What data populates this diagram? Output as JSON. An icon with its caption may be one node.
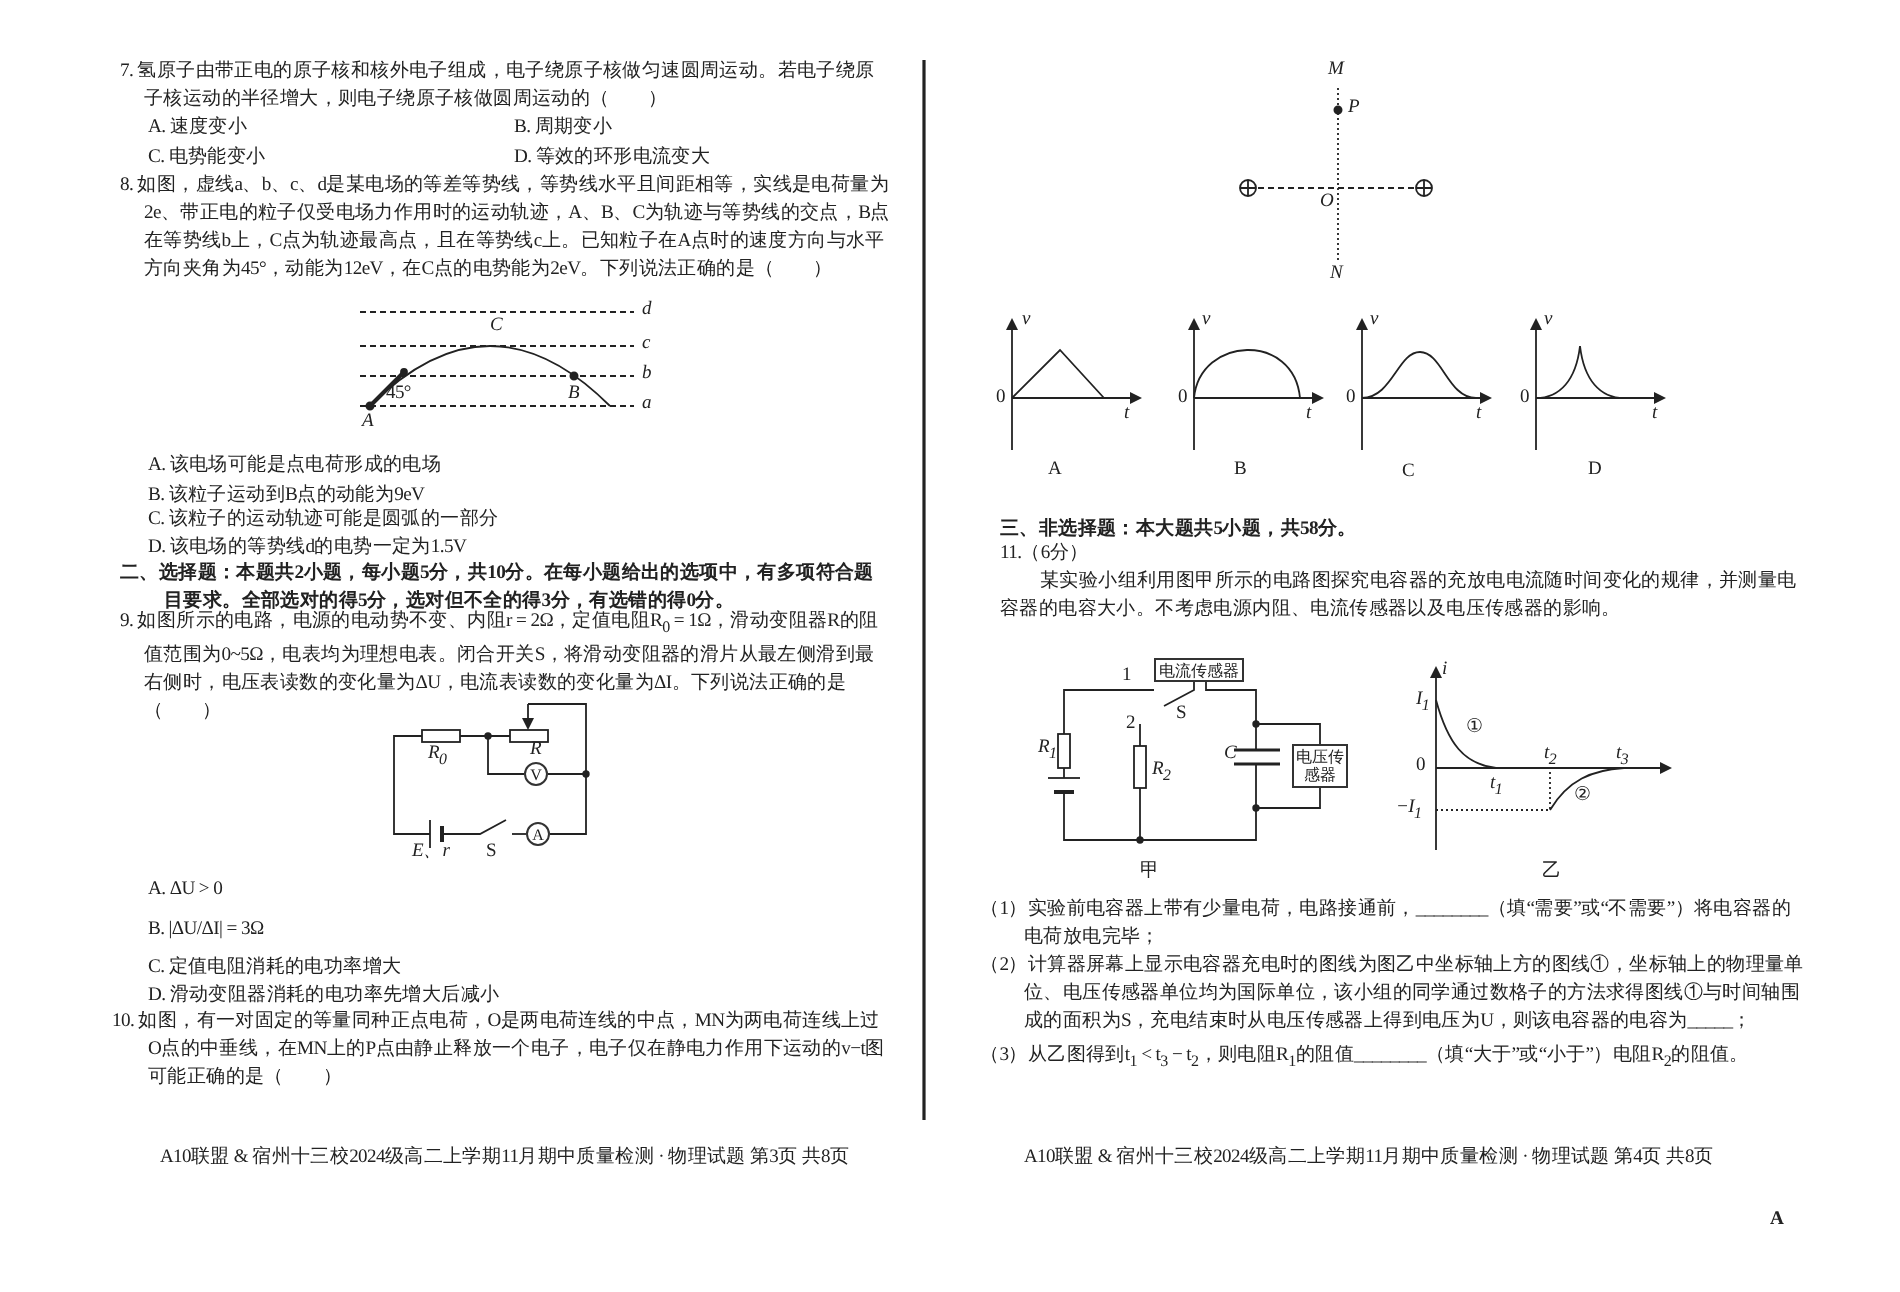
{
  "diagram": {
    "nodes": [
      {
        "text": [
          "电流传感器"
        ]
      },
      {
        "text": [
          "电压传感器"
        ]
      },
      {
        "text": [
          "V"
        ]
      },
      {
        "text": [
          "A"
        ]
      }
    ],
    "edges": [
      {
        "from": 2,
        "to": 3,
        "arrow": "none"
      },
      {
        "from": 0,
        "to": 1,
        "arrow": "none"
      }
    ],
    "labels": [
      "7. 氢原子由带正电的原子核和核外电子组成，电子绕原子核做匀速圆周运动。若电子绕原子核运动的半径增大，则电子绕原子核做圆周运动的（　　）",
      "A. 速度变小",
      "B. 周期变小",
      "C. 电势能变小",
      "D. 等效的环形电流变大",
      "8. 如图，虚线a、b、c、d是某电场的等差等势线，等势线水平且间距相等，实线是电荷量为2e、带正电的粒子仅受电场力作用时的运动轨迹，A、B、C为轨迹与等势线的交点，B点在等势线b上，C点为轨迹最高点，且在等势线c上。已知粒子在A点时的速度方向与水平方向夹角为45°，动能为12eV，在C点的电势能为2eV。下列说法正确的是（　　）",
      "d",
      "C",
      "c",
      "b",
      "45°",
      "B",
      "a",
      "A",
      "A. 该电场可能是点电荷形成的电场",
      "B. 该粒子运动到B点的动能为9eV",
      "C. 该粒子的运动轨迹可能是圆弧的一部分",
      "D. 该电场的等势线d的电势一定为1.5V",
      "二、选择题：本题共2小题，每小题5分，共10分。在每小题给出的选项中，有多项符合题目要求。全部选对的得5分，选对但不全的得3分，有选错的得0分。",
      "9. 如图所示的电路，电源的电动势不变、内阻r = 2Ω，定值电阻R$_{0}$ = 1Ω，滑动变阻器R的阻值范围为0~5Ω，电表均为理想电表。闭合开关S，将滑动变阻器的滑片从最左侧滑到最右侧时，电压表读数的变化量为ΔU，电流表读数的变化量为ΔI。下列说法正确的是（　　）",
      "R$_{0}$",
      "R",
      "E、r",
      "S",
      "A. ΔU > 0",
      "B. |ΔU/ΔI| = 3Ω",
      "C. 定值电阻消耗的电功率增大",
      "D. 滑动变阻器消耗的电功率先增大后减小",
      "10. 如图，有一对固定的等量同种正点电荷，O是两电荷连线的中点，MN为两电荷连线上过O点的中垂线，在MN上的P点由静止释放一个电子，电子仅在静电力作用下运动的v−t图可能正确的是（　　）",
      "A10联盟 & 宿州十三校2024级高二上学期11月期中质量检测 · 物理试题 第3页 共8页",
      "M",
      "P",
      "O",
      "N",
      "v",
      "0",
      "t",
      "A",
      "v",
      "0",
      "t",
      "B",
      "v",
      "0",
      "t",
      "C",
      "v",
      "0",
      "t",
      "D",
      "三、非选择题：本大题共5小题，共58分。",
      "11.（6分）",
      "某实验小组利用图甲所示的电路图探究电容器的充放电电流随时间变化的规律，并测量电容器的电容大小。不考虑电源内阻、电流传感器以及电压传感器的影响。",
      "1",
      "S",
      "2",
      "R$_{1}$",
      "R$_{2}$",
      "C",
      "i",
      "I$_{1}$",
      "①",
      "0",
      "t$_{1}$",
      "t$_{2}$",
      "t$_{3}$",
      "②",
      "−I$_{1}$",
      "甲",
      "乙",
      "（1）实验前电容器上带有少量电荷，电路接通前，________（填“需要”或“不需要”）将电容器的电荷放电完毕；",
      "（2）计算器屏幕上显示电容器充电时的图线为图乙中坐标轴上方的图线①，坐标轴上的物理量单位、电压传感器单位均为国际单位，该小组的同学通过数格子的方法求得图线①与时间轴围成的面积为S，充电结束时从电压传感器上得到电压为U，则该电容器的电容为_____；",
      "（3）从乙图得到t$_{1}$ < t$_{3}$ − t$_{2}$，则电阻R$_{1}$的阻值________（填“大于”或“小于”）电阻R$_{2}$的阻值。",
      "A10联盟 & 宿州十三校2024级高二上学期11月期中质量检测 · 物理试题 第4页 共8页",
      "A"
    ]
  }
}
